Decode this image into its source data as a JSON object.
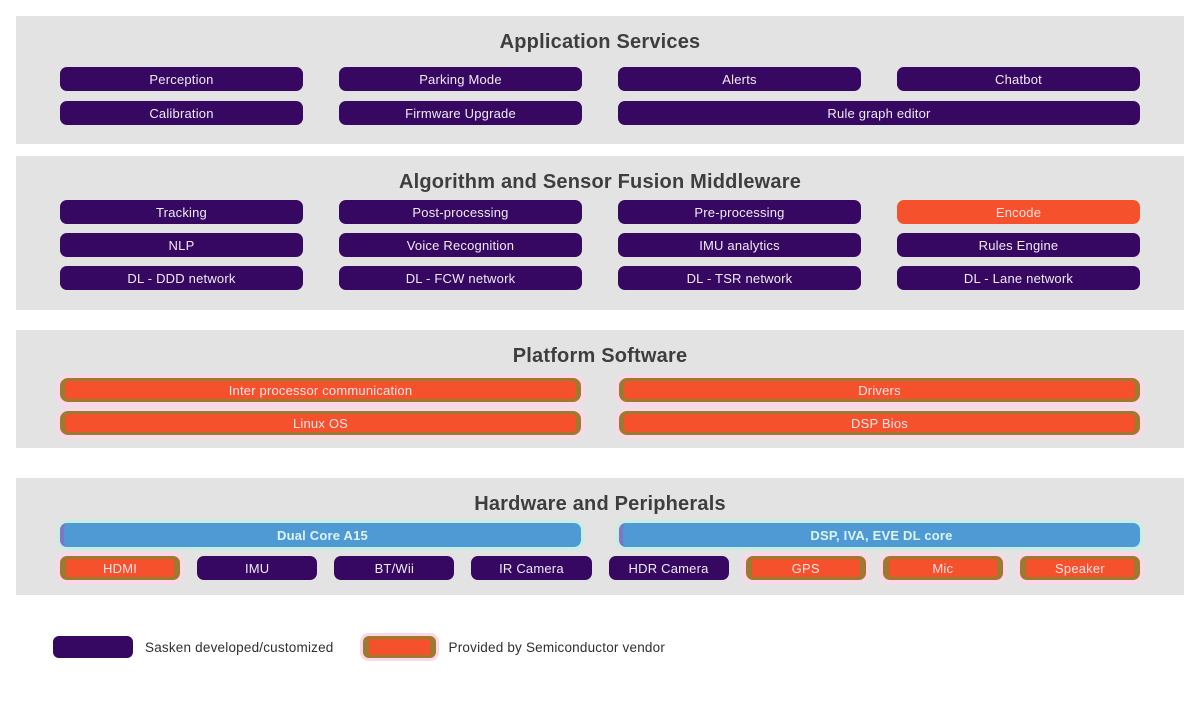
{
  "colors": {
    "sasken_purple": "#360862",
    "vendor_orange": "#F6512D",
    "core_blue": "#4F9AD4",
    "vendor_border_olive": "#9C7B31",
    "vendor_glow_pink": "#FBD8E7",
    "core_glow_mint": "#C4F0E4",
    "band_background": "#E4E3E3",
    "title_text": "#3E3E3E"
  },
  "sections": [
    {
      "title": "Application Services",
      "rows": [
        {
          "items": [
            {
              "label": "Perception"
            },
            {
              "label": "Parking Mode"
            },
            {
              "label": "Alerts"
            },
            {
              "label": "Chatbot"
            }
          ]
        },
        {
          "items": [
            {
              "label": "Calibration"
            },
            {
              "label": "Firmware Upgrade"
            },
            {
              "label": "Rule graph editor",
              "span": 2
            }
          ]
        }
      ]
    },
    {
      "title": "Algorithm and Sensor Fusion Middleware",
      "rows": [
        {
          "items": [
            {
              "label": "Tracking"
            },
            {
              "label": "Post-processing"
            },
            {
              "label": "Pre-processing"
            },
            {
              "label": "Encode",
              "type": "vendor-flat"
            }
          ]
        },
        {
          "items": [
            {
              "label": "NLP"
            },
            {
              "label": "Voice Recognition"
            },
            {
              "label": "IMU analytics"
            },
            {
              "label": "Rules Engine"
            }
          ]
        },
        {
          "items": [
            {
              "label": "DL - DDD network"
            },
            {
              "label": "DL - FCW network"
            },
            {
              "label": "DL - TSR network"
            },
            {
              "label": "DL - Lane network"
            }
          ]
        }
      ]
    },
    {
      "title": "Platform Software",
      "rows": [
        {
          "items": [
            {
              "label": "Inter processor communication",
              "type": "vendor"
            },
            {
              "label": "Drivers",
              "type": "vendor"
            }
          ]
        },
        {
          "items": [
            {
              "label": "Linux OS",
              "type": "vendor"
            },
            {
              "label": "DSP Bios",
              "type": "vendor"
            }
          ]
        }
      ]
    },
    {
      "title": "Hardware and Peripherals",
      "cores": [
        {
          "label": "Dual Core A15"
        },
        {
          "label": "DSP, IVA, EVE DL core"
        }
      ],
      "peripherals": [
        {
          "label": "HDMI",
          "type": "vendor"
        },
        {
          "label": "IMU",
          "type": "sasken"
        },
        {
          "label": "BT/Wii",
          "type": "sasken"
        },
        {
          "label": "IR Camera",
          "type": "sasken"
        },
        {
          "label": "HDR Camera",
          "type": "sasken"
        },
        {
          "label": "GPS",
          "type": "vendor"
        },
        {
          "label": "Mic",
          "type": "vendor"
        },
        {
          "label": "Speaker",
          "type": "vendor"
        }
      ]
    }
  ],
  "legend": {
    "items": [
      {
        "label": "Sasken developed/customized",
        "type": "sasken"
      },
      {
        "label": "Provided by Semiconductor vendor",
        "type": "vendor"
      }
    ]
  }
}
